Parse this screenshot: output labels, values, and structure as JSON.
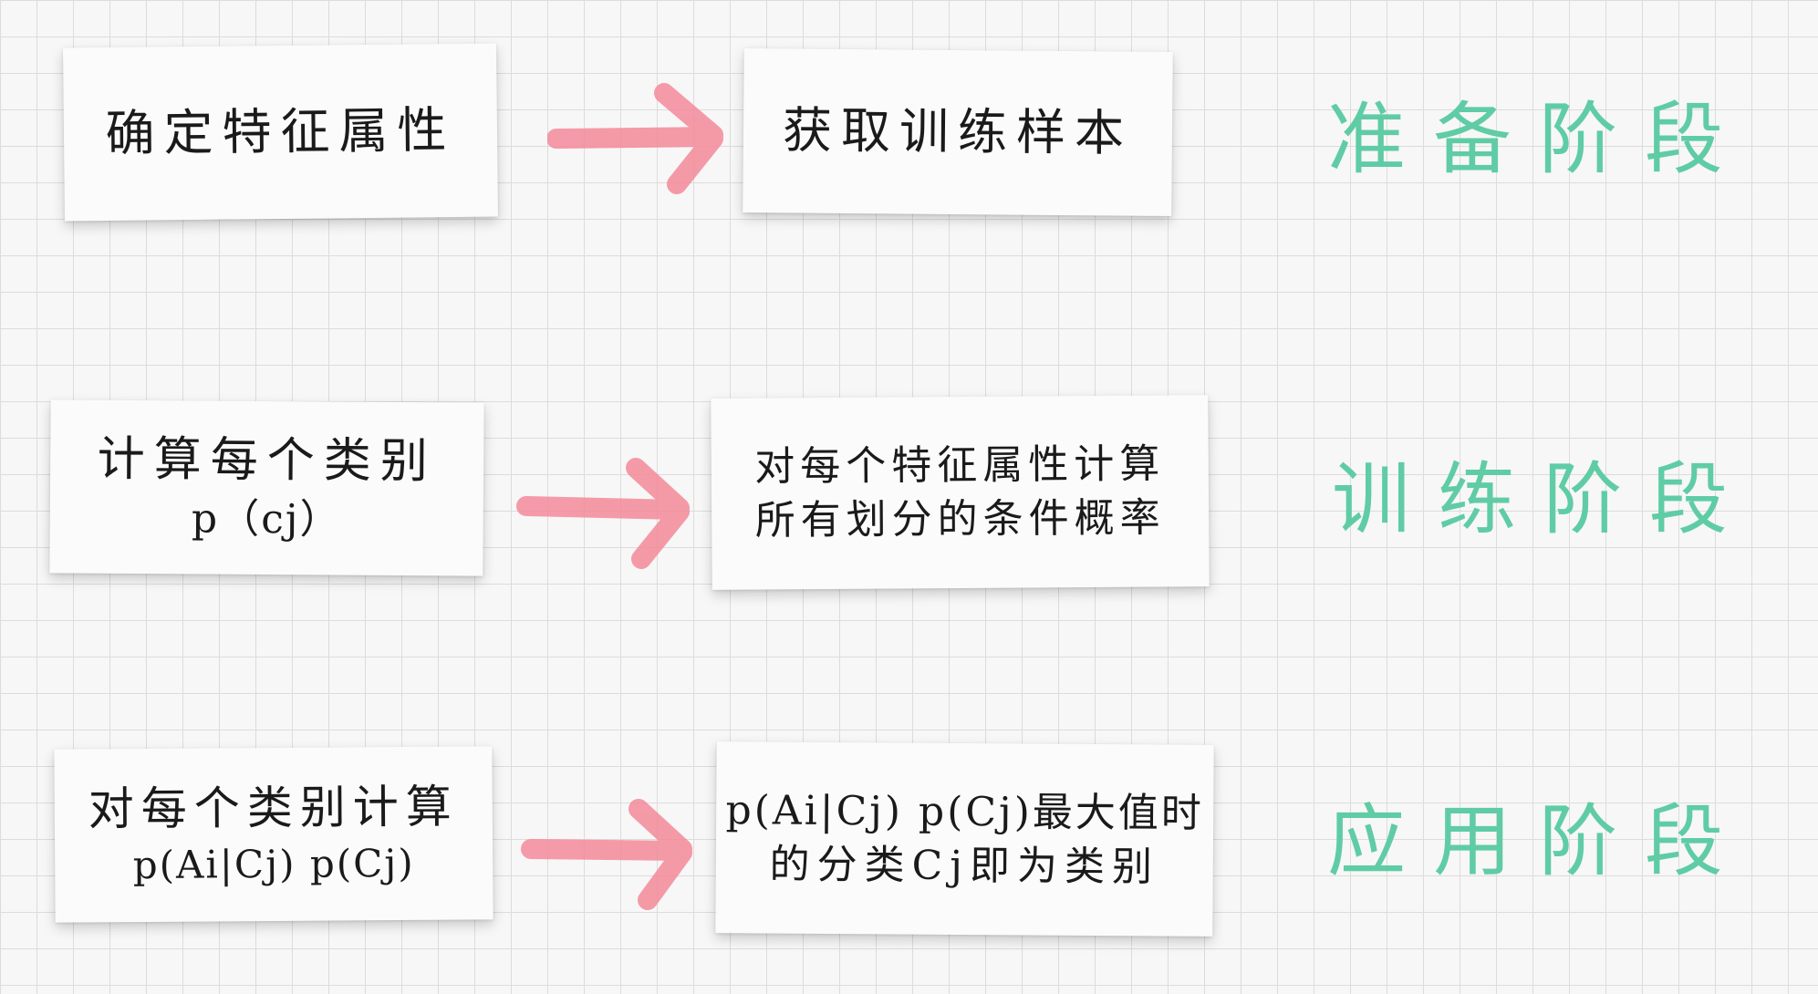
{
  "rows": [
    {
      "stage": "准备阶段",
      "left_box": {
        "line1": "确定特征属性",
        "line2": ""
      },
      "right_box": {
        "line1": "获取训练样本",
        "line2": ""
      }
    },
    {
      "stage": "训练阶段",
      "left_box": {
        "line1": "计算每个类别",
        "line2": "p（cj）"
      },
      "right_box": {
        "line1": "对每个特征属性计算",
        "line2": "所有划分的条件概率"
      }
    },
    {
      "stage": "应用阶段",
      "left_box": {
        "line1": "对每个类别计算",
        "line2": "p(Ai|Cj) p(Cj)"
      },
      "right_box": {
        "line1": "p(Ai|Cj) p(Cj)最大值时",
        "line2": "的分类Cj即为类别"
      }
    }
  ],
  "colors": {
    "stage_text": "#5fcca6",
    "arrow": "#f48a9a",
    "paper": "#fbfbfb",
    "grid": "#dcdcdc"
  }
}
